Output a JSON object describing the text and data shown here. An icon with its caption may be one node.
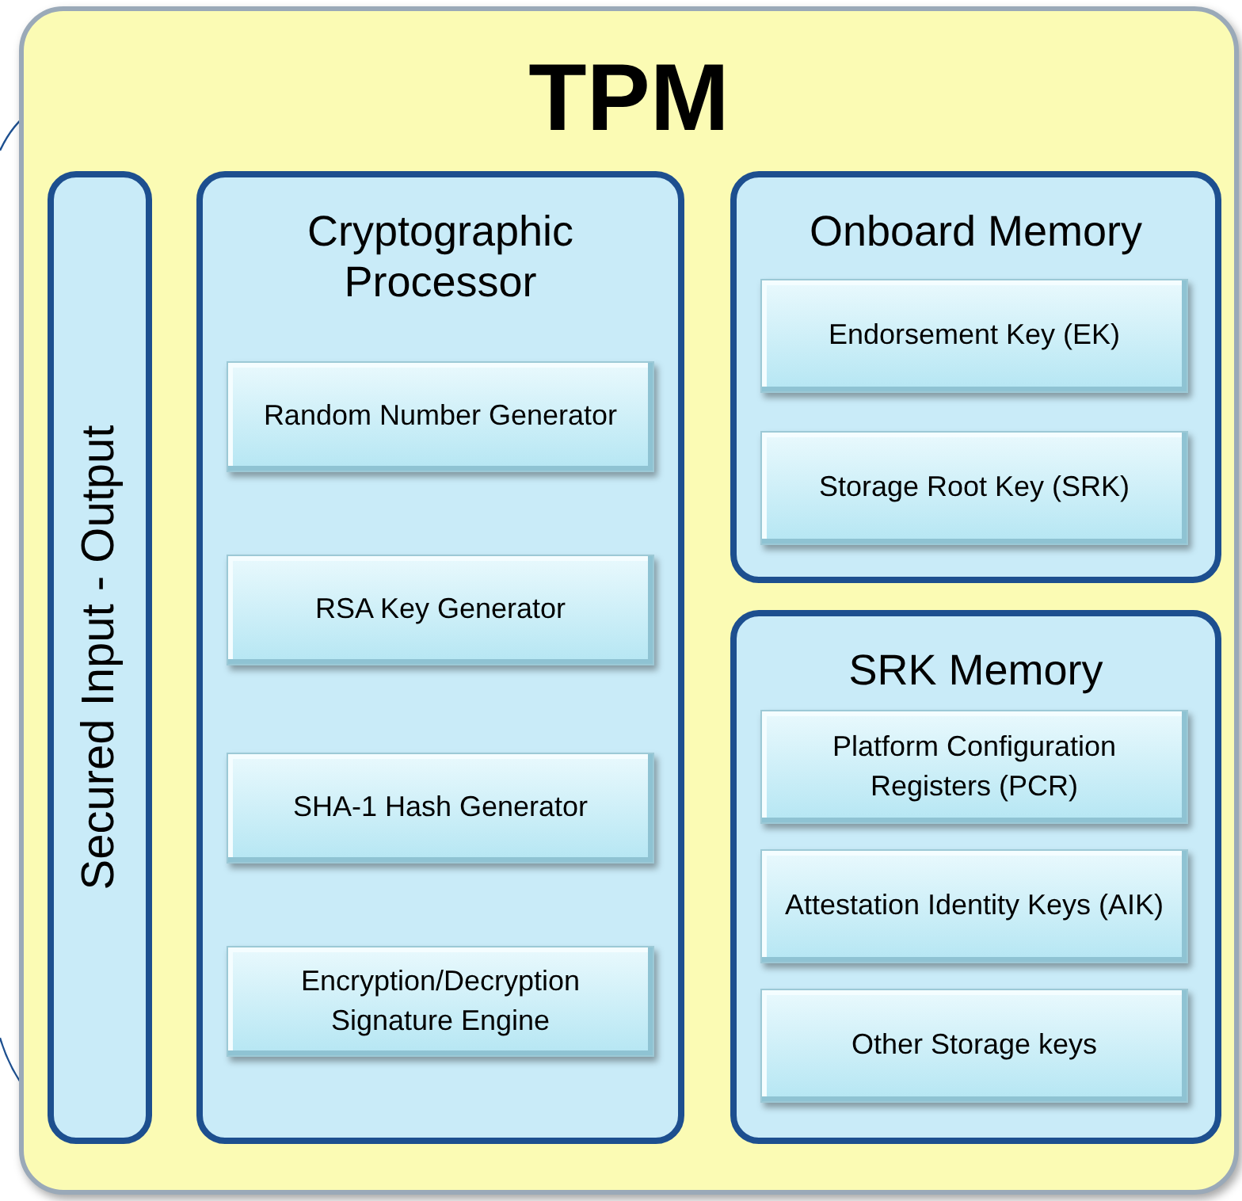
{
  "diagram": {
    "nodes": [
      {
        "text": [
          "TPM"
        ]
      },
      {
        "text": [
          "Secured Input - Output"
        ],
        "in": 0
      },
      {
        "text": [
          "Cryptographic Processor"
        ],
        "in": 0
      },
      {
        "text": [
          "Random Number Generator"
        ],
        "in": 2
      },
      {
        "text": [
          "RSA Key Generator"
        ],
        "in": 2
      },
      {
        "text": [
          "SHA-1 Hash Generator"
        ],
        "in": 2
      },
      {
        "text": [
          "Encryption/Decryption Signature Engine"
        ],
        "in": 2
      },
      {
        "text": [
          "Onboard Memory"
        ],
        "in": 0
      },
      {
        "text": [
          "Endorsement Key (EK)"
        ],
        "in": 7
      },
      {
        "text": [
          "Storage Root Key (SRK)"
        ],
        "in": 7
      },
      {
        "text": [
          "SRK Memory"
        ],
        "in": 0
      },
      {
        "text": [
          "Platform Configuration Registers (PCR)"
        ],
        "in": 10
      },
      {
        "text": [
          "Attestation Identity Keys (AIK)"
        ],
        "in": 10
      },
      {
        "text": [
          "Other Storage keys"
        ],
        "in": 10
      }
    ]
  }
}
